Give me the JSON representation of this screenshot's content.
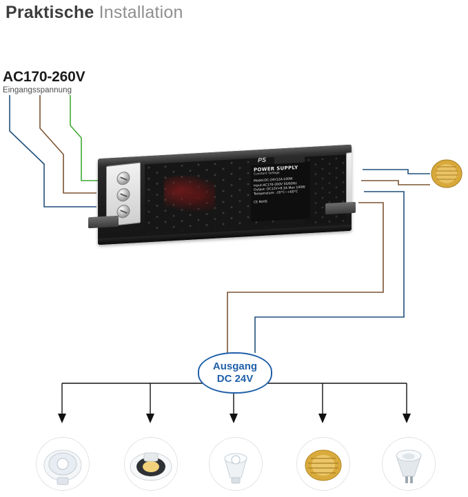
{
  "title": {
    "bold": "Praktische",
    "light": "Installation"
  },
  "input": {
    "voltage": "AC170-260V",
    "caption": "Eingangsspannung"
  },
  "psu": {
    "brand_mark": "PS",
    "label_title": "POWER SUPPLY",
    "label_sub": "Constant Voltage",
    "label_lines": [
      "Model:DC-24V12A-100W",
      "Input:AC170-260V  50/60Hz",
      "Output: DC12V=8.3A  Max 100W",
      "Temperature: -20°C~+60°C"
    ],
    "cert_marks": "CE RoHS"
  },
  "output": {
    "line1": "Ausgang",
    "line2": "DC 24V"
  },
  "wire_colors": {
    "live_brown": "#7a5230",
    "neutral_blue": "#1f4e79",
    "earth_green": "#3ea832",
    "dc_blue": "#1f4e79",
    "dc_brown": "#7a5230",
    "arrow_black": "#111111"
  },
  "lamps": [
    {
      "name": "cob-spotlight",
      "caption": ""
    },
    {
      "name": "recessed-downlight",
      "caption": ""
    },
    {
      "name": "mr16-spot-white",
      "caption": ""
    },
    {
      "name": "gold-cob-module",
      "caption": ""
    },
    {
      "name": "mr16-reflector-bulb",
      "caption": ""
    }
  ],
  "connector": {
    "name": "gold-led-module"
  }
}
